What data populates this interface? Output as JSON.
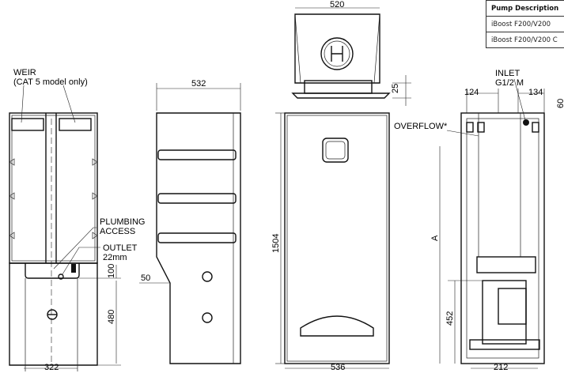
{
  "table": {
    "header": "Pump Description",
    "rows": [
      "iBoost F200/V200",
      "iBoost F200/V200 C"
    ]
  },
  "labels": {
    "weir": "WEIR",
    "weir_note": "(CAT 5 model only)",
    "plumbing1": "PLUMBING",
    "plumbing2": "ACCESS",
    "outlet1": "OUTLET",
    "outlet2": "22mm",
    "overflow": "OVERFLOW*",
    "inlet1": "INLET",
    "inlet2": "G1/2 M",
    "a": "A"
  },
  "dimensions": {
    "d100": "100",
    "d480": "480",
    "d322": "322",
    "d532": "532",
    "d50": "50",
    "d520": "520",
    "d25": "25",
    "d1504": "1504",
    "d536": "536",
    "d124": "124",
    "d134": "134",
    "d60": "60",
    "d452": "452",
    "d212": "212"
  }
}
